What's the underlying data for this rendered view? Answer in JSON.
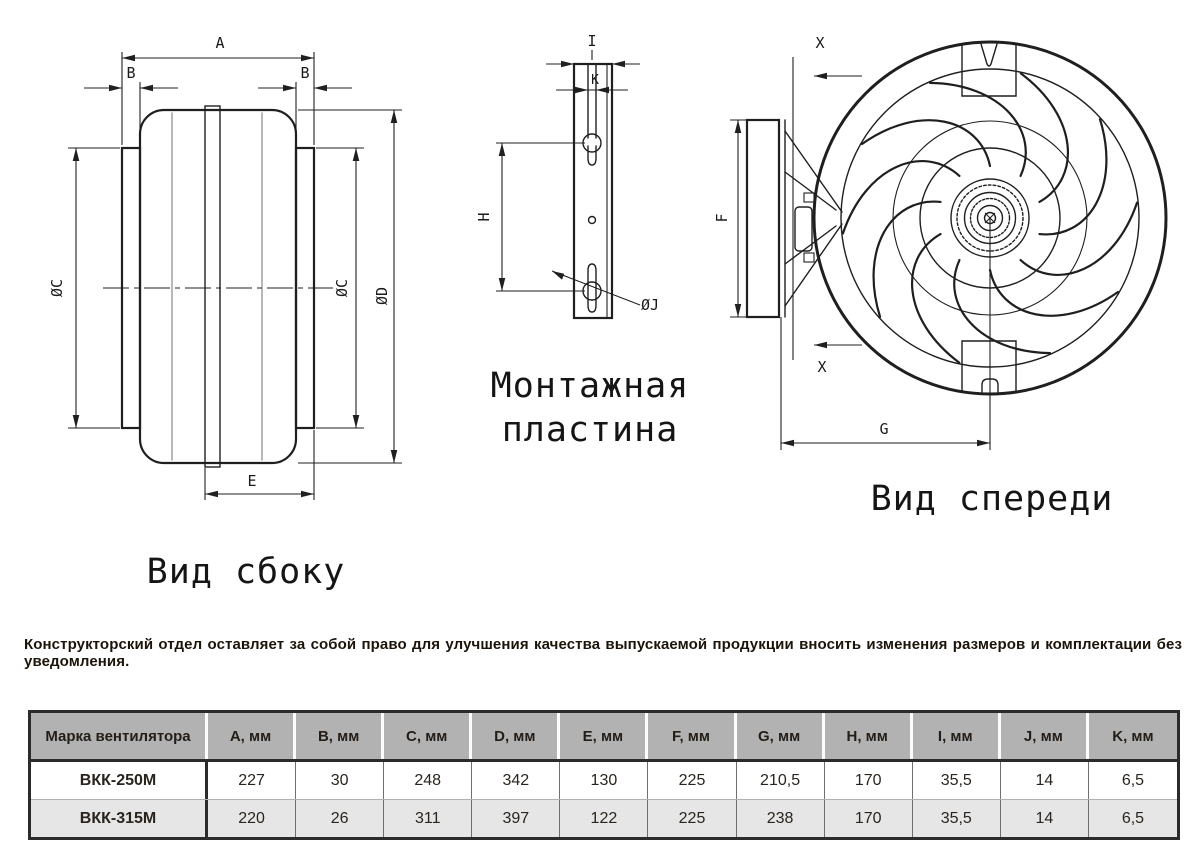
{
  "side_view": {
    "title": "Вид сбоку",
    "dim_a": "A",
    "dim_b_left": "B",
    "dim_b_right": "B",
    "dim_c_left": "ØC",
    "dim_c_right": "ØC",
    "dim_d": "ØD",
    "dim_e": "E"
  },
  "mounting_plate": {
    "title_line1": "Монтажная",
    "title_line2": "пластина",
    "dim_i": "I",
    "dim_k": "K",
    "dim_h": "H",
    "dim_j": "ØJ"
  },
  "front_view": {
    "title": "Вид спереди",
    "dim_x_top": "X",
    "dim_x_bottom": "X",
    "dim_f": "F",
    "dim_g": "G"
  },
  "disclaimer": "Конструкторский отдел оставляет за собой право для улучшения качества выпускаемой продукции вносить изменения размеров и комплектации без уведомления.",
  "table": {
    "columns": [
      "Марка вентилятора",
      "A, мм",
      "B, мм",
      "C, мм",
      "D, мм",
      "E, мм",
      "F, мм",
      "G, мм",
      "H, мм",
      "I, мм",
      "J, мм",
      "K, мм"
    ],
    "rows": [
      {
        "model": "ВКК-250М",
        "values": [
          "227",
          "30",
          "248",
          "342",
          "130",
          "225",
          "210,5",
          "170",
          "35,5",
          "14",
          "6,5"
        ]
      },
      {
        "model": "ВКК-315М",
        "values": [
          "220",
          "26",
          "311",
          "397",
          "122",
          "225",
          "238",
          "170",
          "35,5",
          "14",
          "6,5"
        ]
      }
    ]
  },
  "colors": {
    "line": "#1f1f1f",
    "table_header_bg": "#b2b2b2",
    "table_row_alt_bg": "#e6e6e6",
    "table_border": "#2b2b2b"
  }
}
